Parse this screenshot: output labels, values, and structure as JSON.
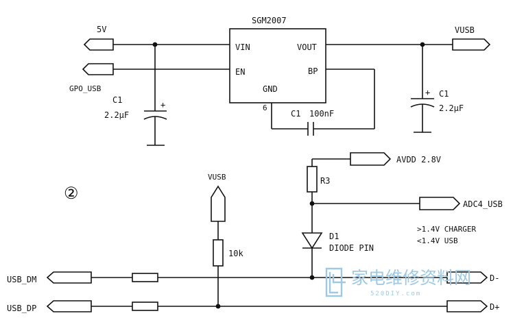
{
  "top_circuit": {
    "ic_name": "SGM2007",
    "pins": {
      "vin": "VIN",
      "en": "EN",
      "vout": "VOUT",
      "bp": "BP",
      "gnd": "GND",
      "gnd_num": "6"
    },
    "ports": {
      "in_5v": "5V",
      "gpo_usb": "GPO_USB",
      "out_vusb": "VUSB"
    },
    "cap_in": {
      "name": "C1",
      "value": "2.2μF",
      "polarity": "+"
    },
    "cap_out": {
      "name": "C1",
      "value": "2.2μF",
      "polarity": "+"
    },
    "cap_bp": {
      "name": "C1",
      "value": "100nF"
    }
  },
  "bottom_circuit": {
    "section_mark": "②",
    "vusb_port": "VUSB",
    "resistor_10k": "10k",
    "r3": "R3",
    "avdd_port": "AVDD 2.8V",
    "adc_port": "ADC4_USB",
    "note_charger": ">1.4V CHARGER",
    "note_usb": "<1.4V USB",
    "diode_name": "D1",
    "diode_desc": "DIODE PIN",
    "usb_dm": "USB_DM",
    "usb_dp": "USB_DP",
    "d_minus": "D-",
    "d_plus": "D+"
  },
  "watermark": {
    "cn_text": "家电维修资料网",
    "url_text": "520DIY.com",
    "color": "#9ec9e4"
  }
}
